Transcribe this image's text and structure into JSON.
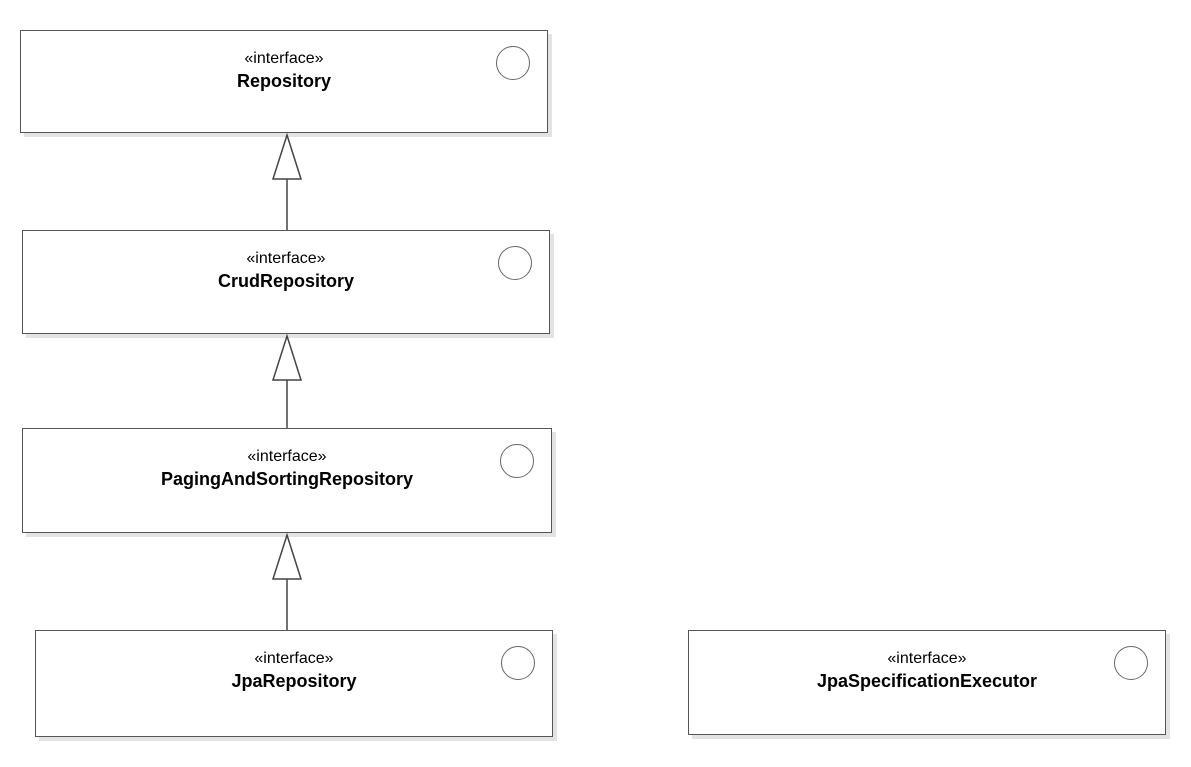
{
  "diagram": {
    "type": "uml-class-diagram",
    "stereotype": "«interface»",
    "nodes": [
      {
        "id": "repository",
        "name": "Repository",
        "stereotype": "«interface»"
      },
      {
        "id": "crud-repository",
        "name": "CrudRepository",
        "stereotype": "«interface»"
      },
      {
        "id": "paging-and-sorting-repository",
        "name": "PagingAndSortingRepository",
        "stereotype": "«interface»"
      },
      {
        "id": "jpa-repository",
        "name": "JpaRepository",
        "stereotype": "«interface»"
      },
      {
        "id": "jpa-specification-executor",
        "name": "JpaSpecificationExecutor",
        "stereotype": "«interface»"
      }
    ],
    "edges": [
      {
        "from": "CrudRepository",
        "to": "Repository",
        "type": "generalization"
      },
      {
        "from": "PagingAndSortingRepository",
        "to": "CrudRepository",
        "type": "generalization"
      },
      {
        "from": "JpaRepository",
        "to": "PagingAndSortingRepository",
        "type": "generalization"
      }
    ],
    "colors": {
      "node_border": "#555555",
      "node_fill": "#ffffff",
      "shadow": "#e3e3e3",
      "text": "#000000"
    }
  }
}
